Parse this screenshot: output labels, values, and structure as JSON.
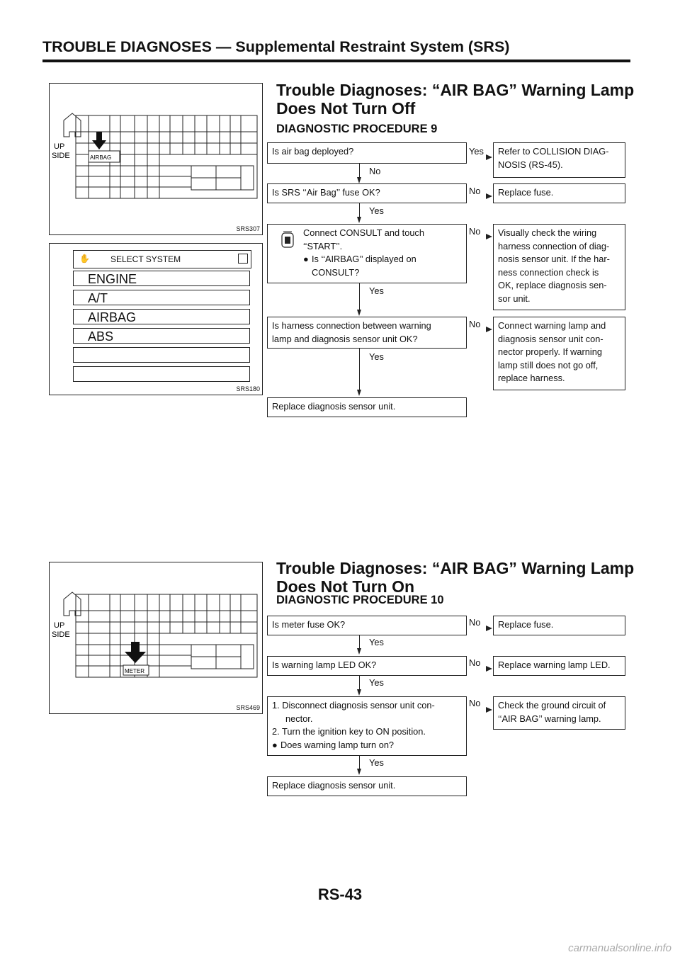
{
  "header": {
    "title": "TROUBLE DIAGNOSES — Supplemental Restraint System (SRS)"
  },
  "page": {
    "number": "RS-43",
    "watermark": "carmanualsonline.info"
  },
  "figures": {
    "srs307": {
      "code": "SRS307",
      "up": "UP",
      "side": "SIDE",
      "label": "AIRBAG"
    },
    "srs180": {
      "code": "SRS180",
      "menu_title": "SELECT SYSTEM",
      "items": [
        "ENGINE",
        "A/T",
        "AIRBAG",
        "ABS",
        "",
        ""
      ]
    },
    "srs469": {
      "code": "SRS469",
      "up": "UP",
      "side": "SIDE",
      "label": "METER"
    }
  },
  "section1": {
    "title_line1": "Trouble Diagnoses: “AIR BAG” Warning Lamp",
    "title_line2": "Does Not Turn Off",
    "procedure": "DIAGNOSTIC PROCEDURE 9",
    "steps": [
      {
        "q": "Is air bag deployed?",
        "yes_label": "Yes",
        "no_label": "No",
        "result": "Refer to COLLISION DIAG-|NOSIS (RS-45)."
      },
      {
        "q": "Is SRS ‘‘Air Bag’’ fuse OK?",
        "side_label": "No",
        "down_label": "Yes",
        "result": "Replace fuse."
      },
      {
        "q1": "Connect CONSULT and touch",
        "q2": "‘‘START’’.",
        "q3": "Is ‘‘AIRBAG’’ displayed on",
        "q4": "CONSULT?",
        "side_label": "No",
        "down_label": "Yes",
        "r1": "Visually check the wiring",
        "r2": "harness connection of diag-",
        "r3": "nosis sensor unit. If the har-",
        "r4": "ness connection check is",
        "r5": "OK, replace diagnosis sen-",
        "r6": "sor unit."
      },
      {
        "q1": "Is harness connection between warning",
        "q2": "lamp and diagnosis sensor unit OK?",
        "side_label": "No",
        "down_label": "Yes",
        "r1": "Connect warning lamp and",
        "r2": "diagnosis sensor unit con-",
        "r3": "nector properly. If warning",
        "r4": "lamp still does not go off,",
        "r5": "replace harness."
      },
      {
        "q": "Replace diagnosis sensor unit."
      }
    ]
  },
  "section2": {
    "title_line1": "Trouble Diagnoses: “AIR BAG” Warning Lamp",
    "title_line2": "Does Not Turn On",
    "procedure": "DIAGNOSTIC PROCEDURE 10",
    "steps": [
      {
        "q": "Is meter fuse OK?",
        "side_label": "No",
        "down_label": "Yes",
        "result": "Replace fuse."
      },
      {
        "q": "Is warning lamp LED OK?",
        "side_label": "No",
        "down_label": "Yes",
        "result": "Replace warning lamp LED."
      },
      {
        "q1": "1. Disconnect diagnosis sensor unit con-",
        "q2": "nector.",
        "q3": "2. Turn the ignition key to ON position.",
        "q4": "Does warning lamp turn on?",
        "side_label": "No",
        "down_label": "Yes",
        "r1": "Check the ground circuit of",
        "r2": "‘‘AIR BAG’’ warning lamp."
      },
      {
        "q": "Replace diagnosis sensor unit."
      }
    ]
  }
}
